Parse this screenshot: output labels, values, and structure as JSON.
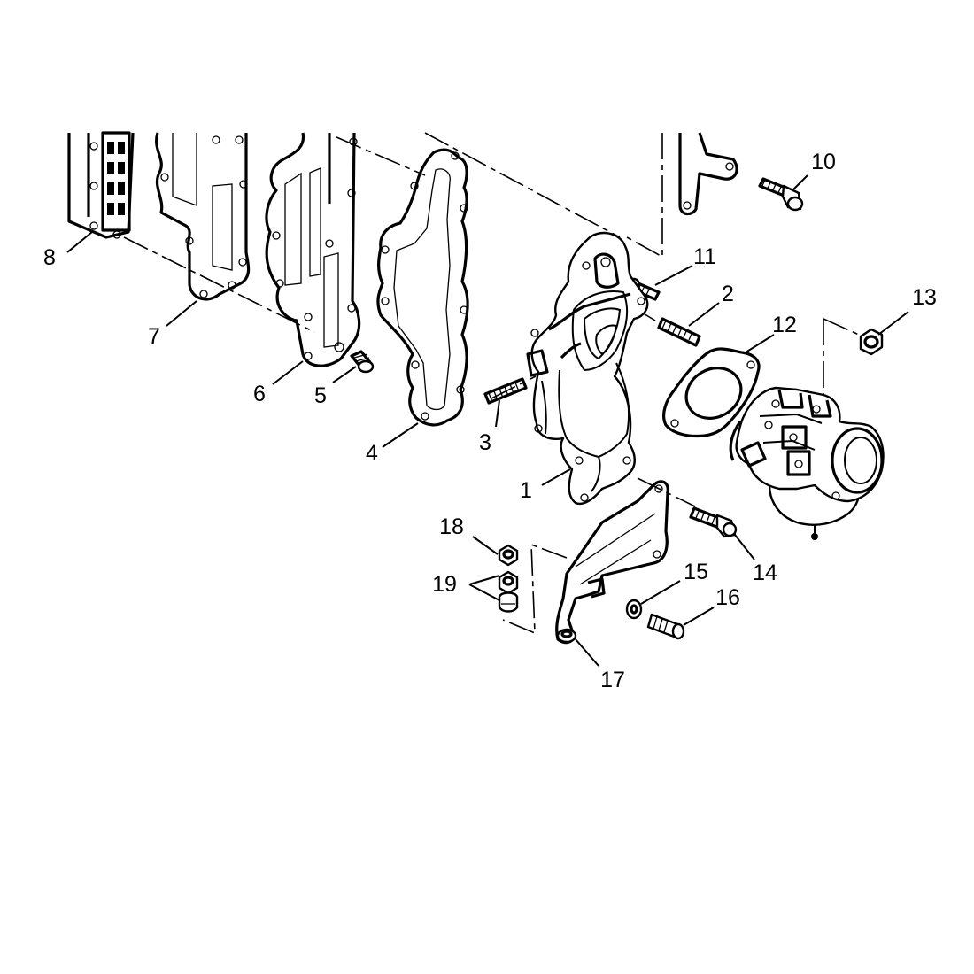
{
  "diagram": {
    "background": "#ffffff",
    "ink": "#000000",
    "callouts": [
      {
        "id": "1",
        "label": "1"
      },
      {
        "id": "2",
        "label": "2"
      },
      {
        "id": "3",
        "label": "3"
      },
      {
        "id": "4",
        "label": "4"
      },
      {
        "id": "5",
        "label": "5"
      },
      {
        "id": "6",
        "label": "6"
      },
      {
        "id": "7",
        "label": "7"
      },
      {
        "id": "8",
        "label": "8"
      },
      {
        "id": "10",
        "label": "10"
      },
      {
        "id": "11",
        "label": "11"
      },
      {
        "id": "12",
        "label": "12"
      },
      {
        "id": "13",
        "label": "13"
      },
      {
        "id": "14",
        "label": "14"
      },
      {
        "id": "15",
        "label": "15"
      },
      {
        "id": "16",
        "label": "16"
      },
      {
        "id": "17",
        "label": "17"
      },
      {
        "id": "18",
        "label": "18"
      },
      {
        "id": "19",
        "label": "19"
      }
    ]
  }
}
